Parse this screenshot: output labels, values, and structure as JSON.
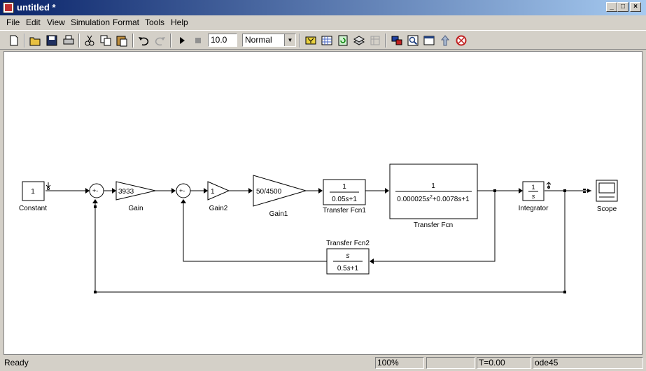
{
  "window": {
    "title": "untitled *"
  },
  "window_buttons": {
    "minimize": "_",
    "maximize": "□",
    "close": "×"
  },
  "menu": [
    "File",
    "Edit",
    "View",
    "Simulation",
    "Format",
    "Tools",
    "Help"
  ],
  "toolbar": {
    "stop_time": "10.0",
    "sim_mode": "Normal"
  },
  "diagram": {
    "constant": {
      "value": "1",
      "label": "Constant"
    },
    "sum_signs": "+-",
    "gain": {
      "value": "3933",
      "label": "Gain"
    },
    "gain2": {
      "value": "1",
      "label": "Gain2"
    },
    "gain1": {
      "value": "50/4500",
      "label": "Gain1"
    },
    "tf1": {
      "num": "1",
      "den_pre": "0.05",
      "den_var": "s",
      "den_post": "+1",
      "label": "Transfer Fcn1"
    },
    "tf": {
      "num": "1",
      "den_a": "0.000025",
      "den_var1": "s",
      "den_exp": "2",
      "den_b": "+0.0078",
      "den_var2": "s",
      "den_c": "+1",
      "label": "Transfer Fcn"
    },
    "integrator": {
      "num": "1",
      "den": "s",
      "label": "Integrator"
    },
    "scope": {
      "label": "Scope"
    },
    "tf2": {
      "num": "s",
      "den_pre": "0.5",
      "den_var": "s",
      "den_post": "+1",
      "label": "Transfer Fcn2"
    }
  },
  "status": {
    "ready": "Ready",
    "zoom": "100%",
    "time": "T=0.00",
    "solver": "ode45"
  }
}
